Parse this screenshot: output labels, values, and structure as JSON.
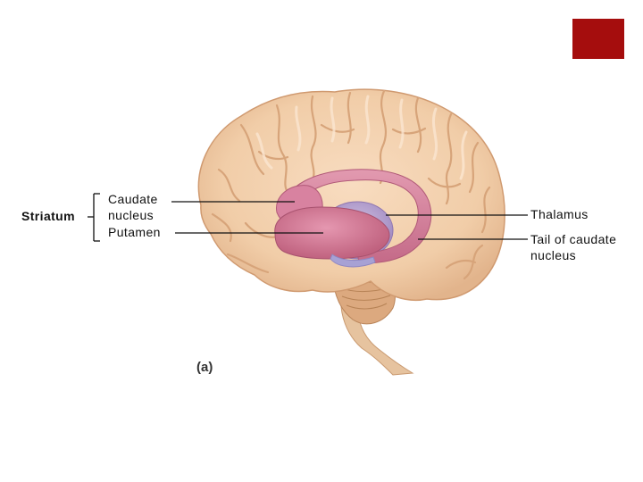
{
  "labels": {
    "striatum": "Striatum",
    "caudate_line1": "Caudate",
    "caudate_line2": "nucleus",
    "putamen": "Putamen",
    "thalamus": "Thalamus",
    "tail_line1": "Tail of caudate",
    "tail_line2": "nucleus"
  },
  "panel_letter": "(a)",
  "colors": {
    "accent_square": "#a50d0d",
    "cortex": "#f3d1ae",
    "cortex_dark": "#d9a57c",
    "caudate": "#d47e98",
    "putamen": "#c86f8c",
    "thalamus": "#b9a2cf",
    "brainstem": "#dfb894",
    "leader_line": "#111111"
  }
}
